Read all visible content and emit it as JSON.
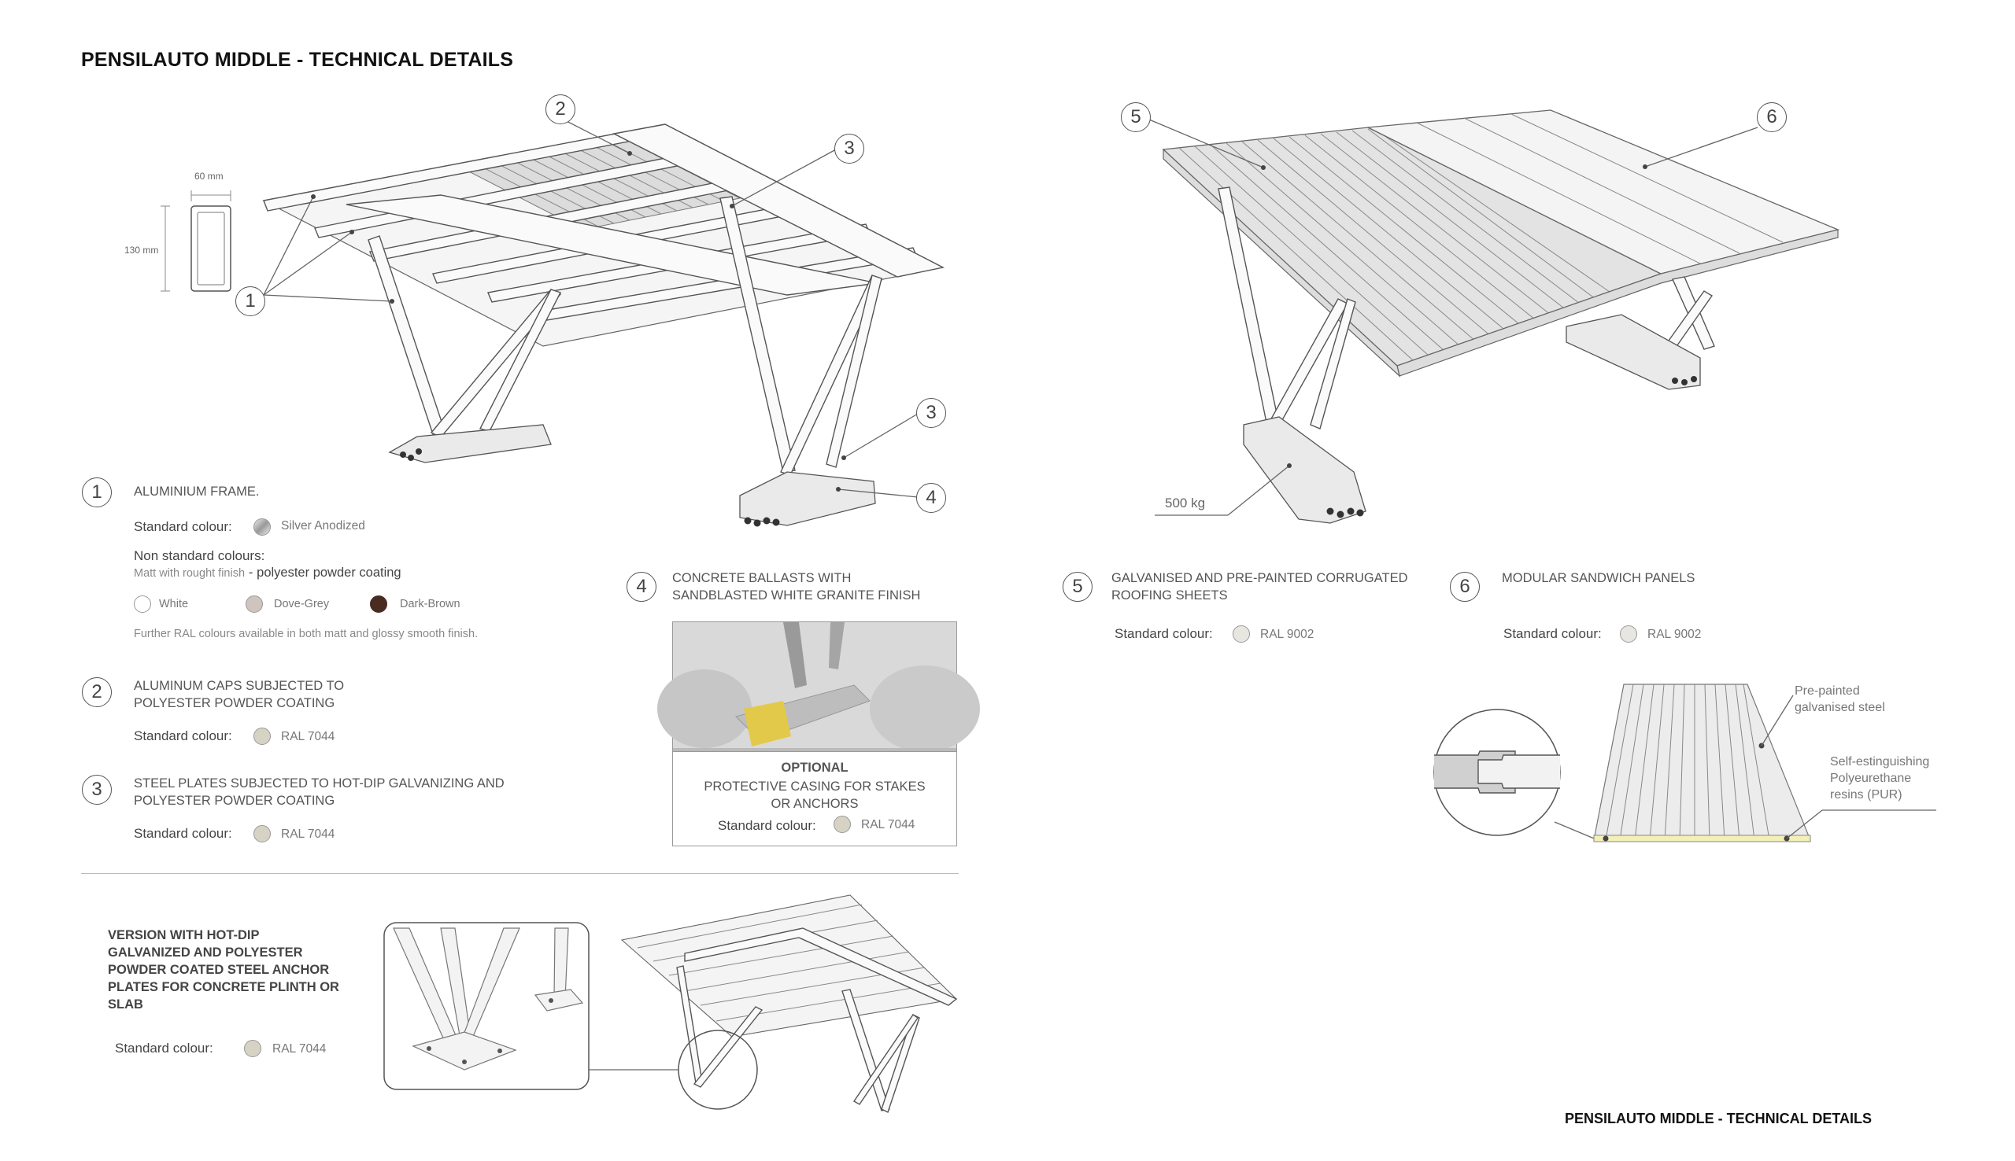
{
  "header": {
    "title": "PENSILAUTO MIDDLE - TECHNICAL DETAILS"
  },
  "footer": {
    "title": "PENSILAUTO MIDDLE - TECHNICAL DETAILS"
  },
  "profile": {
    "width_label": "60 mm",
    "height_label": "130 mm"
  },
  "callouts": {
    "n1": "1",
    "n2": "2",
    "n3": "3",
    "n4": "4",
    "n5": "5",
    "n6": "6"
  },
  "item1": {
    "number": "1",
    "title": "ALUMINIUM FRAME.",
    "std_label": "Standard colour:",
    "std_value": "Silver Anodized",
    "nonstd_label": "Non standard colours:",
    "finish_note": "Matt with rought finish",
    "finish_sep": " - ",
    "finish_strong": "polyester powder coating",
    "colours": [
      {
        "name": "White",
        "color": "#ffffff"
      },
      {
        "name": "Dove-Grey",
        "color": "#cfc5be"
      },
      {
        "name": "Dark-Brown",
        "color": "#4a2b22"
      }
    ],
    "further": "Further RAL colours available in both matt and glossy smooth finish."
  },
  "item2": {
    "number": "2",
    "title_l1": "ALUMINUM CAPS SUBJECTED TO",
    "title_l2": "POLYESTER POWDER COATING",
    "std_label": "Standard colour:",
    "std_value": "RAL 7044",
    "color": "#d6d3c4"
  },
  "item3": {
    "number": "3",
    "title_l1": "STEEL PLATES SUBJECTED TO HOT-DIP GALVANIZING AND",
    "title_l2": "POLYESTER POWDER COATING",
    "std_label": "Standard colour:",
    "std_value": "RAL 7044",
    "color": "#d6d3c4"
  },
  "item4": {
    "number": "4",
    "title_l1": "CONCRETE BALLASTS WITH",
    "title_l2": "SANDBLASTED WHITE GRANITE FINISH",
    "optional_title": "OPTIONAL",
    "optional_l1": "PROTECTIVE CASING FOR STAKES",
    "optional_l2": "OR ANCHORS",
    "std_label": "Standard colour:",
    "std_value": "RAL 7044",
    "color": "#d6d3c4"
  },
  "item5": {
    "number": "5",
    "title_l1": "GALVANISED AND PRE-PAINTED CORRUGATED",
    "title_l2": "ROOFING SHEETS",
    "std_label": "Standard colour:",
    "std_value": "RAL 9002",
    "color": "#e8e6e0"
  },
  "item6": {
    "number": "6",
    "title": "MODULAR SANDWICH PANELS",
    "std_label": "Standard colour:",
    "std_value": "RAL 9002",
    "color": "#e8e6e0"
  },
  "weight": {
    "label": "500 kg"
  },
  "panel_diagram": {
    "label_top_l1": "Pre-painted",
    "label_top_l2": "galvanised steel",
    "label_bottom_l1": "Self-estinguishing",
    "label_bottom_l2": "Polyeurethane",
    "label_bottom_l3": "resins (PUR)"
  },
  "version": {
    "title_l1": "VERSION WITH HOT-DIP",
    "title_l2": "GALVANIZED AND POLYESTER",
    "title_l3": "POWDER COATED STEEL ANCHOR",
    "title_l4": "PLATES FOR CONCRETE PLINTH OR",
    "title_l5": "SLAB",
    "std_label": "Standard colour:",
    "std_value": "RAL 7044",
    "color": "#d6d3c4"
  }
}
